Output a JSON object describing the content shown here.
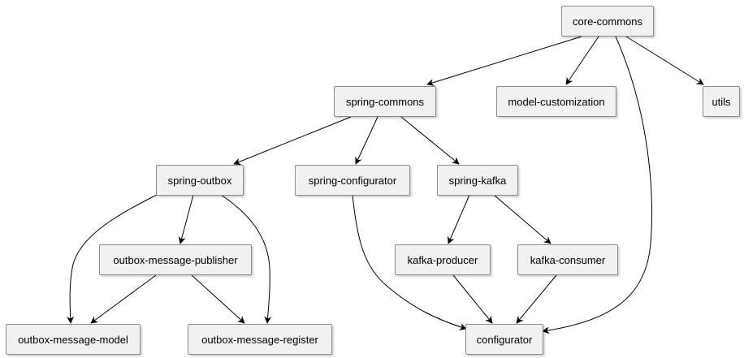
{
  "diagram": {
    "type": "dependency-graph",
    "colors": {
      "node_fill": "#f1f1f1",
      "node_border": "#8a8a8a",
      "edge": "#000000",
      "background": "#ffffff"
    },
    "nodes": {
      "core_commons": "core-commons",
      "spring_commons": "spring-commons",
      "model_customization": "model-customization",
      "utils": "utils",
      "spring_outbox": "spring-outbox",
      "spring_configurator": "spring-configurator",
      "spring_kafka": "spring-kafka",
      "outbox_message_publisher": "outbox-message-publisher",
      "kafka_producer": "kafka-producer",
      "kafka_consumer": "kafka-consumer",
      "outbox_message_model": "outbox-message-model",
      "outbox_message_register": "outbox-message-register",
      "configurator": "configurator"
    },
    "edges": [
      {
        "from": "core-commons",
        "to": "spring-commons"
      },
      {
        "from": "core-commons",
        "to": "model-customization"
      },
      {
        "from": "core-commons",
        "to": "utils"
      },
      {
        "from": "core-commons",
        "to": "configurator"
      },
      {
        "from": "spring-commons",
        "to": "spring-outbox"
      },
      {
        "from": "spring-commons",
        "to": "spring-configurator"
      },
      {
        "from": "spring-commons",
        "to": "spring-kafka"
      },
      {
        "from": "spring-outbox",
        "to": "outbox-message-publisher"
      },
      {
        "from": "spring-outbox",
        "to": "outbox-message-model"
      },
      {
        "from": "spring-outbox",
        "to": "outbox-message-register"
      },
      {
        "from": "outbox-message-publisher",
        "to": "outbox-message-model"
      },
      {
        "from": "outbox-message-publisher",
        "to": "outbox-message-register"
      },
      {
        "from": "spring-configurator",
        "to": "configurator"
      },
      {
        "from": "spring-kafka",
        "to": "kafka-producer"
      },
      {
        "from": "spring-kafka",
        "to": "kafka-consumer"
      },
      {
        "from": "kafka-producer",
        "to": "configurator"
      },
      {
        "from": "kafka-consumer",
        "to": "configurator"
      }
    ]
  }
}
